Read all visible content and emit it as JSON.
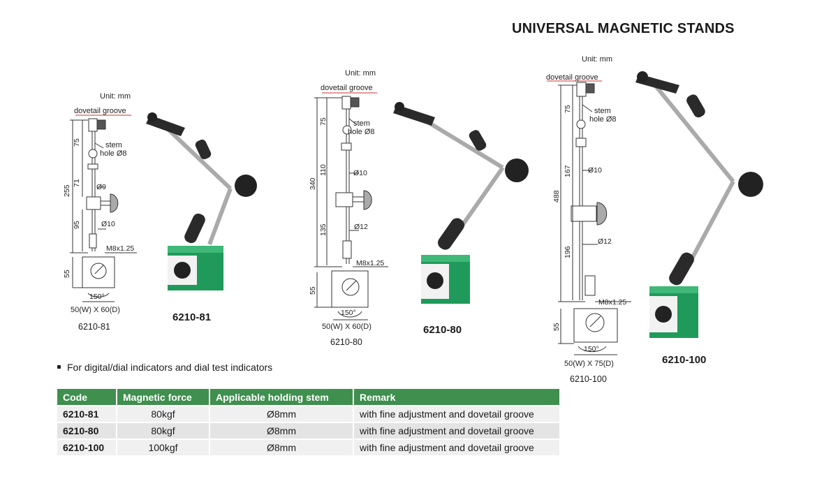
{
  "title": "UNIVERSAL MAGNETIC STANDS",
  "drawings": [
    {
      "unit": "Unit: mm",
      "dovetail": "dovetail groove",
      "stem": "stem",
      "hole": "hole Ø8",
      "dims": {
        "top": "75",
        "total": "255",
        "mid": "71",
        "low": "95",
        "base": "55",
        "d1": "Ø9",
        "d2": "Ø10",
        "thread": "M8x1.25",
        "angle": "150°"
      },
      "size": "50(W) X 60(D)",
      "caption": "6210-81",
      "model": "6210-81"
    },
    {
      "unit": "Unit: mm",
      "dovetail": "dovetail groove",
      "stem": "stem",
      "hole": "hole Ø8",
      "dims": {
        "top": "75",
        "total": "340",
        "mid": "110",
        "low": "135",
        "base": "55",
        "d1": "Ø10",
        "d2": "Ø12",
        "thread": "M8x1.25",
        "angle": "150°"
      },
      "size": "50(W) X 60(D)",
      "caption": "6210-80",
      "model": "6210-80"
    },
    {
      "unit": "Unit: mm",
      "dovetail": "dovetail groove",
      "stem": "stem",
      "hole": "hole Ø8",
      "dims": {
        "top": "75",
        "total": "488",
        "mid": "167",
        "low": "196",
        "base": "55",
        "d1": "Ø10",
        "d2": "Ø12",
        "thread": "M8x1.25",
        "angle": "150°"
      },
      "size": "50(W) X 75(D)",
      "caption": "6210-100",
      "model": "6210-100"
    }
  ],
  "bullet": "For digital/dial indicators and dial test indicators",
  "table": {
    "headers": [
      "Code",
      "Magnetic force",
      "Applicable holding stem",
      "Remark"
    ],
    "rows": [
      [
        "6210-81",
        "80kgf",
        "Ø8mm",
        "with fine adjustment and dovetail groove"
      ],
      [
        "6210-80",
        "80kgf",
        "Ø8mm",
        "with fine adjustment and dovetail groove"
      ],
      [
        "6210-100",
        "100kgf",
        "Ø8mm",
        "with fine adjustment and dovetail groove"
      ]
    ]
  },
  "colors": {
    "header_green": "#3f8f4f",
    "base_green": "#1f9a5a"
  }
}
